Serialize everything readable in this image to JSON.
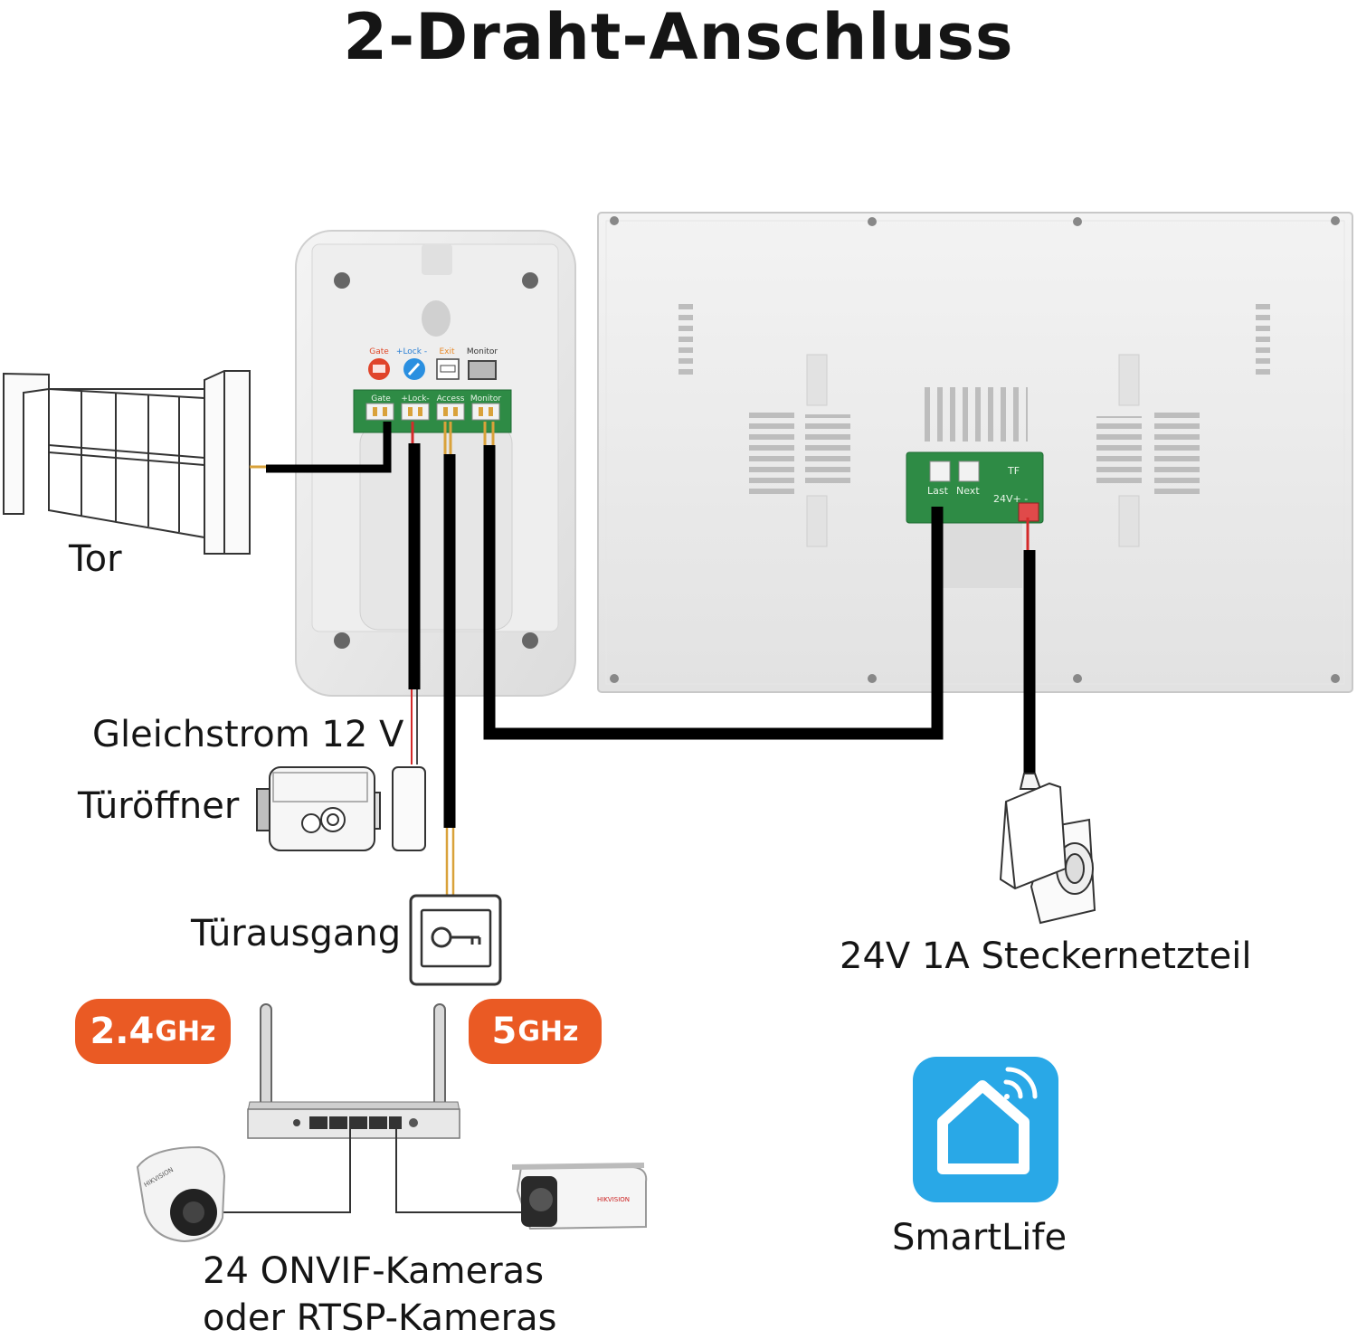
{
  "title": "2-Draht-Anschluss",
  "labels": {
    "gate": "Tor",
    "dc12v": "Gleichstrom 12 V",
    "door_opener": "Türöffner",
    "door_exit": "Türausgang",
    "power_adapter": "24V 1A Steckernetzteil",
    "cameras_line1": "24 ONVIF-Kameras",
    "cameras_line2": "oder RTSP-Kameras",
    "smartlife": "SmartLife"
  },
  "badges": {
    "band_24": {
      "num": "2.4",
      "unit": "GHz"
    },
    "band_5": {
      "num": "5",
      "unit": "GHz"
    }
  },
  "outdoor_unit": {
    "icon_labels": [
      "Gate",
      "+Lock -",
      "Exit",
      "Monitor"
    ],
    "terminal_labels": [
      "Gate",
      "+Lock-",
      "Access",
      "Monitor"
    ]
  },
  "monitor_board": {
    "labels": [
      "Last",
      "Next",
      "TF",
      "24V+ -"
    ]
  },
  "camera_brand": "HIKVISION",
  "colors": {
    "badge": "#ea5a24",
    "smartlife_app": "#29a8e7",
    "pcb": "#2e8b45",
    "wire": "#000000",
    "wire_red": "#d42a2a",
    "wire_gold": "#d9a23a"
  }
}
